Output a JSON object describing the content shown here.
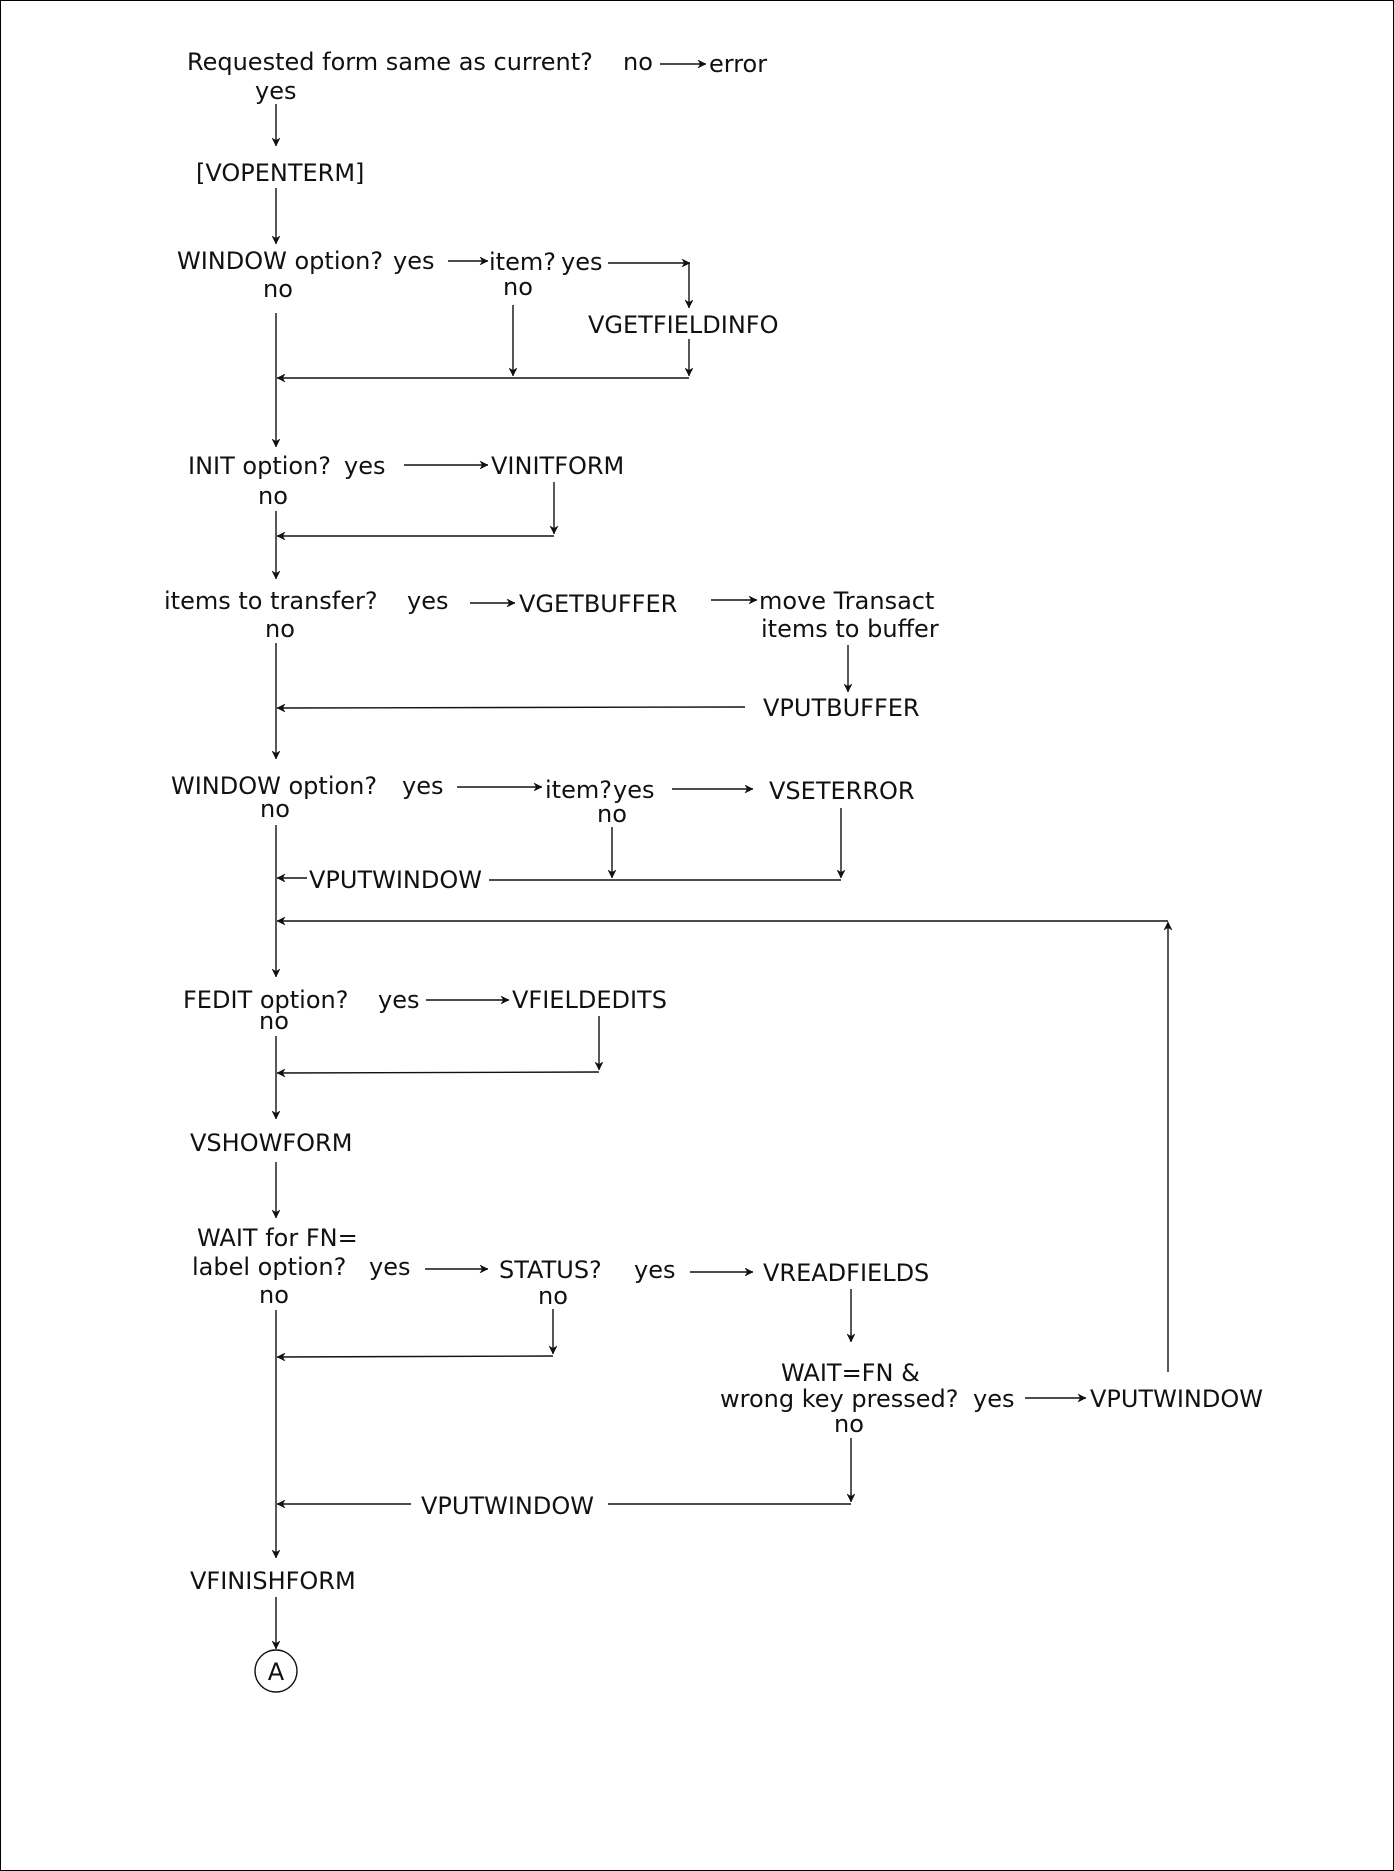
{
  "diagram": {
    "steps": {
      "requested_form": "Requested form same as current?",
      "error": "error",
      "vopenterm": "[VOPENTERM]",
      "window_option_1": "WINDOW option?",
      "item_1": "item?",
      "vgetfieldinfo": "VGETFIELDINFO",
      "init_option": "INIT option?",
      "vinitform": "VINITFORM",
      "items_to_transfer": "items to transfer?",
      "vgetbuffer": "VGETBUFFER",
      "move_transact_line1": "move Transact",
      "move_transact_line2": "items to buffer",
      "vputbuffer": "VPUTBUFFER",
      "window_option_2": "WINDOW option?",
      "item_2": "item?",
      "vseterror": "VSETERROR",
      "vputwindow_1": "VPUTWINDOW",
      "fedit_option": "FEDIT option?",
      "vfieldedits": "VFIELDEDITS",
      "vshowform": "VSHOWFORM",
      "wait_line1": "WAIT for FN=",
      "wait_line2": "label option?",
      "status": "STATUS?",
      "vreadfields": "VREADFIELDS",
      "waitfn_line1": "WAIT=FN &",
      "waitfn_line2": "wrong key pressed?",
      "vputwindow_2": "VPUTWINDOW",
      "vputwindow_3": "VPUTWINDOW",
      "vfinishform": "VFINISHFORM",
      "connector": "A"
    },
    "yes": "yes",
    "no": "no"
  }
}
